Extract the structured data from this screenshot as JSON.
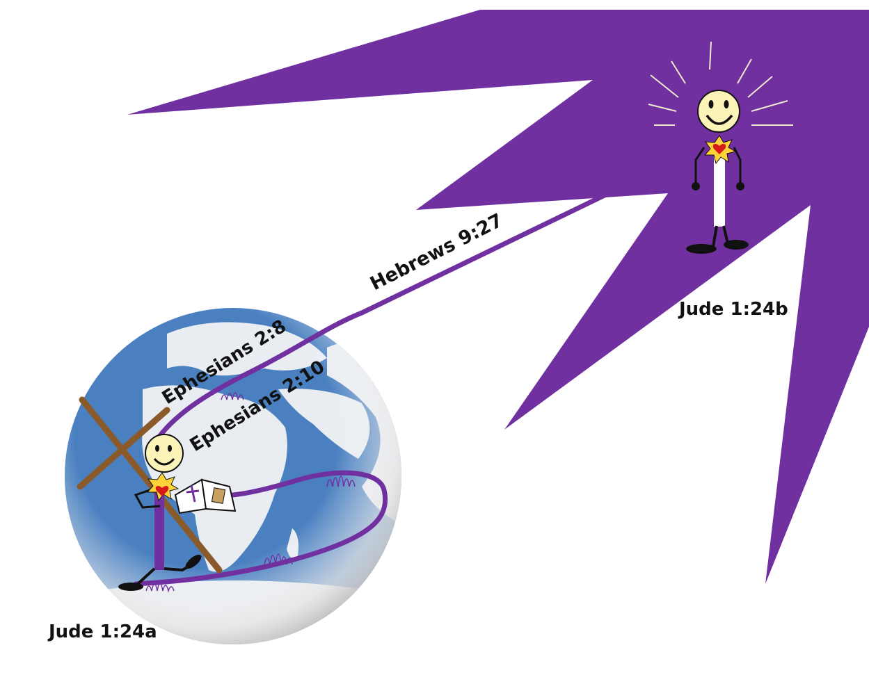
{
  "labels": {
    "hebrews": "Hebrews 9:27",
    "ephesians_2_8": "Ephesians 2:8",
    "ephesians_2_10": "Ephesians 2:10",
    "jude_a": "Jude 1:24a",
    "jude_b": "Jude 1:24b"
  },
  "colors": {
    "purple": "#7030a0",
    "ocean": "#4a80c0",
    "land": "#e9edf2",
    "cross": "#8b5a2b",
    "face": "#fbf3b8",
    "heart": "#d61a1a",
    "burst": "#ffd23a",
    "ink": "#111111"
  },
  "icons": [
    "globe-icon",
    "cross-icon",
    "bible-icon",
    "heart-icon",
    "starburst-icon",
    "stick-figure-icon"
  ]
}
